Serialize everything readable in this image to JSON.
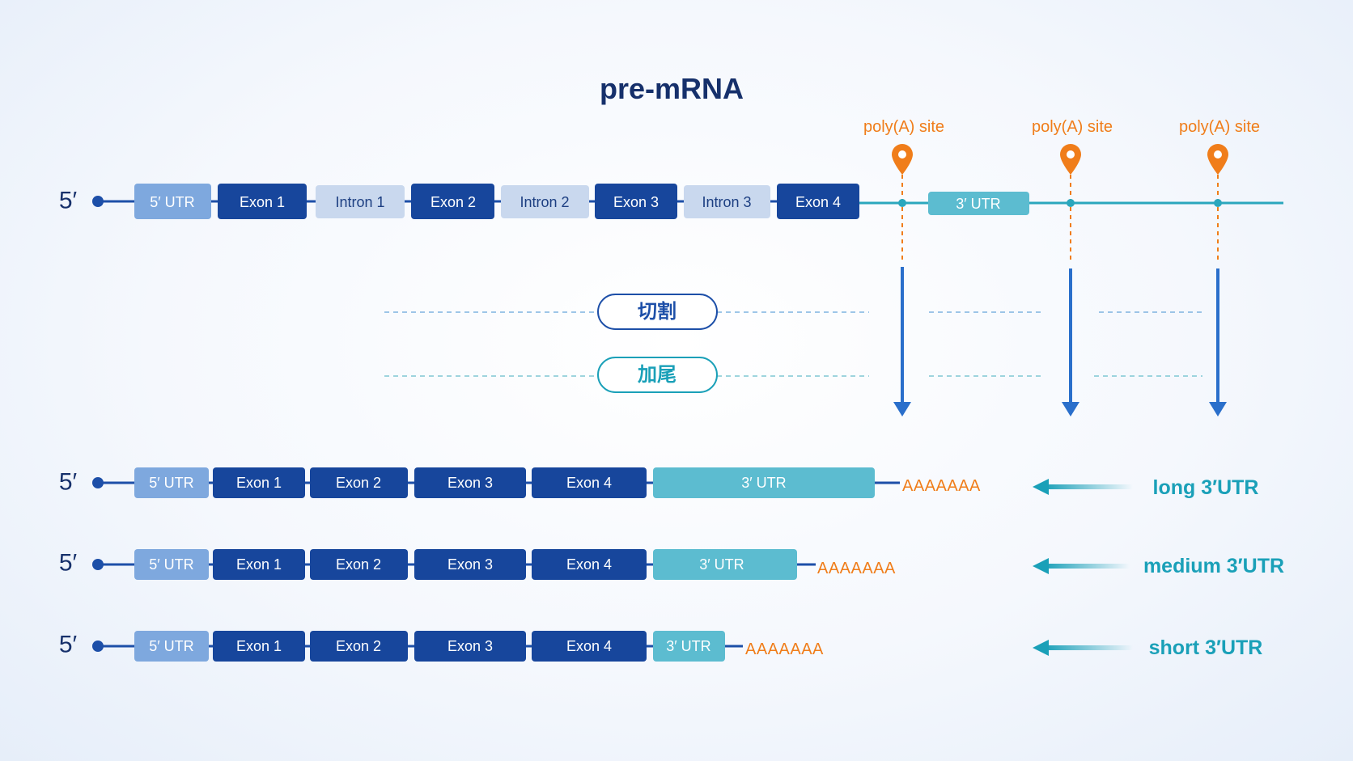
{
  "title": "pre-mRNA",
  "five_prime": "5′",
  "pre_mrna": {
    "segments": [
      {
        "label": "5′ UTR",
        "kind": "utr5"
      },
      {
        "label": "Exon 1",
        "kind": "exon"
      },
      {
        "label": "Intron 1",
        "kind": "intron"
      },
      {
        "label": "Exon 2",
        "kind": "exon"
      },
      {
        "label": "Intron 2",
        "kind": "intron"
      },
      {
        "label": "Exon 3",
        "kind": "exon"
      },
      {
        "label": "Intron 3",
        "kind": "intron"
      },
      {
        "label": "Exon 4",
        "kind": "exon"
      }
    ],
    "utr3_label": "3′ UTR"
  },
  "polyA_sites": [
    "poly(A) site",
    "poly(A) site",
    "poly(A) site"
  ],
  "steps": [
    {
      "label": "切割",
      "color": "#1d4fa8"
    },
    {
      "label": "加尾",
      "color": "#1aa0b8"
    }
  ],
  "isoforms": [
    {
      "segments": [
        "5′ UTR",
        "Exon 1",
        "Exon 2",
        "Exon 3",
        "Exon 4"
      ],
      "utr3": "3′ UTR",
      "tail": "AAAAAAA",
      "label": "long 3′UTR"
    },
    {
      "segments": [
        "5′ UTR",
        "Exon 1",
        "Exon 2",
        "Exon 3",
        "Exon 4"
      ],
      "utr3": "3′ UTR",
      "tail": "AAAAAAA",
      "label": "medium 3′UTR"
    },
    {
      "segments": [
        "5′ UTR",
        "Exon 1",
        "Exon 2",
        "Exon 3",
        "Exon 4"
      ],
      "utr3": "3′ UTR",
      "tail": "AAAAAAA",
      "label": "short 3′UTR"
    }
  ],
  "colors": {
    "exon": "#17469c",
    "utr5": "#7ea8de",
    "intron": "#c9d8ee",
    "utr3": "#5cbcd0",
    "polyA": "#f07d1a",
    "arrow": "#2a6fcb",
    "teal": "#1aa0b8",
    "navy": "#16306b"
  }
}
